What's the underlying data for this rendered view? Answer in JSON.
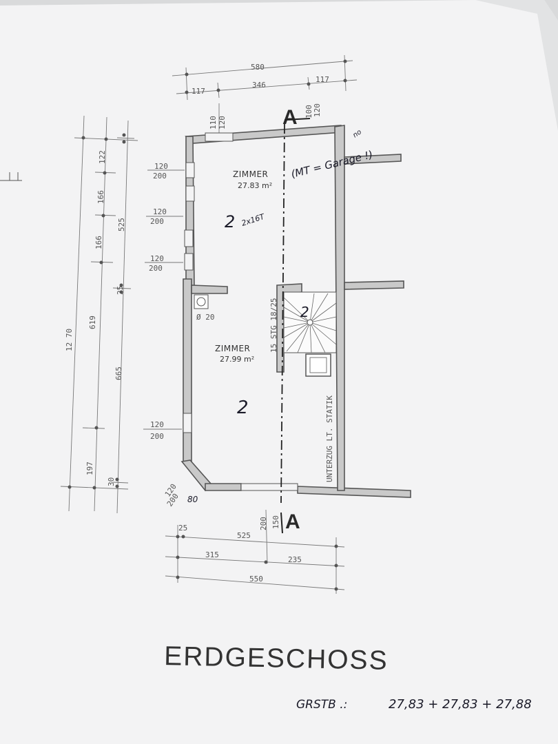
{
  "title": "ERDGESCHOSS",
  "rooms": [
    {
      "name": "ZIMMER",
      "area": "27.83 m²",
      "handwritten_count": "2"
    },
    {
      "name": "ZIMMER",
      "area": "27.99 m²",
      "handwritten_count": "2"
    }
  ],
  "section_marker": "A",
  "stair_label": "15 STG 18/25",
  "beam_label": "UNTERZUG LT. STATIK",
  "chimney_label": "Ø 20",
  "handwritten": {
    "room_note": "(MT = Garage !)",
    "room_note_sup": "no",
    "count_upper": "2",
    "count_upper_note": "2x16T",
    "count_stair": "2",
    "count_lower": "2",
    "corner_note": "80",
    "total_label": "GRSTB .:",
    "total_values": "27,83 + 27,83 + 27,88"
  },
  "dims_top": {
    "overall": "580",
    "left": "117",
    "mid": "346",
    "right": "117",
    "h1": "110",
    "h2": "120",
    "h3": "100",
    "h4": "120"
  },
  "dims_left_outer": {
    "total": "12 70",
    "upper": "619",
    "lower": "197"
  },
  "dims_left_mid": {
    "a": "122",
    "b": "166",
    "c": "166",
    "d": "525",
    "e": "25",
    "f": "665",
    "g": "30"
  },
  "window_dims": [
    {
      "w": "120",
      "h": "200"
    },
    {
      "w": "120",
      "h": "200"
    },
    {
      "w": "120",
      "h": "200"
    },
    {
      "w": "120",
      "h": "200"
    },
    {
      "w": "120",
      "h": "200"
    }
  ],
  "dims_bottom": {
    "small": "25",
    "a": "525",
    "b": "315",
    "c": "235",
    "total": "550",
    "v1": "200",
    "v2": "150"
  }
}
